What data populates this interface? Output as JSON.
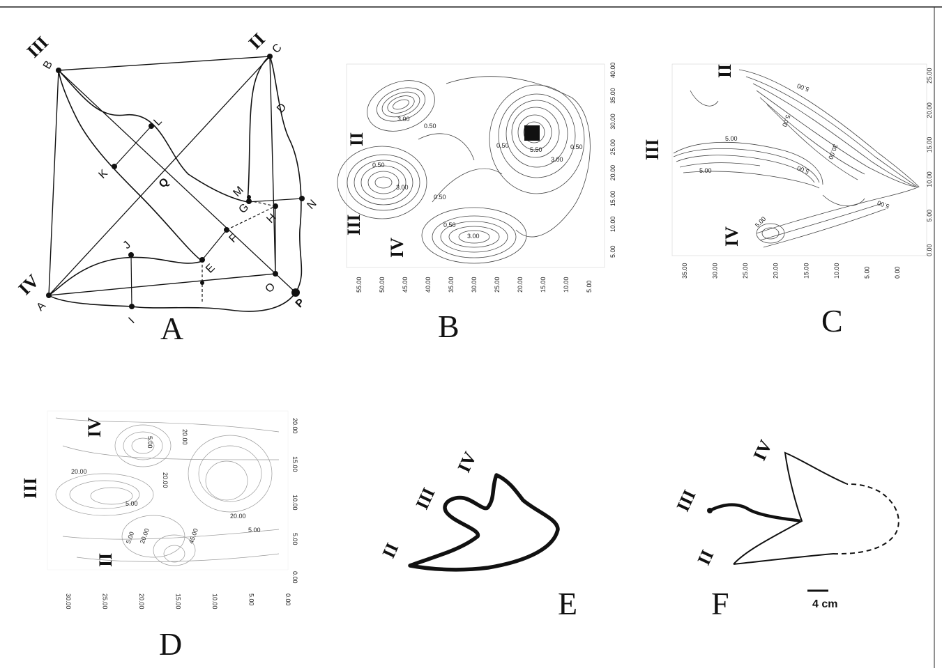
{
  "figure": {
    "panels": {
      "A": {
        "label": "A",
        "digits": {
          "ii": "II",
          "iii": "III",
          "iv": "IV"
        },
        "points": [
          "A",
          "B",
          "C",
          "D",
          "E",
          "F",
          "G",
          "H",
          "I",
          "J",
          "K",
          "L",
          "M",
          "N",
          "O",
          "P",
          "Q"
        ]
      },
      "B": {
        "label": "B",
        "digits": {
          "ii": "II",
          "iii": "III",
          "iv": "IV"
        },
        "x_ticks": [
          "55.00",
          "50.00",
          "45.00",
          "40.00",
          "35.00",
          "30.00",
          "25.00",
          "20.00",
          "15.00",
          "10.00",
          "5.00"
        ],
        "y_ticks": [
          "40.00",
          "35.00",
          "30.00",
          "25.00",
          "20.00",
          "15.00",
          "10.00",
          "5.00"
        ],
        "contour_labels": [
          "3.00",
          "0.50",
          "0.50",
          "3.00",
          "0.50",
          "0.50",
          "3.00",
          "0.50",
          "5.50",
          "3.00",
          "0.50"
        ]
      },
      "C": {
        "label": "C",
        "digits": {
          "ii": "II",
          "iii": "III",
          "iv": "IV"
        },
        "x_ticks": [
          "35.00",
          "30.00",
          "25.00",
          "20.00",
          "15.00",
          "10.00",
          "5.00",
          "0.00"
        ],
        "y_ticks": [
          "25.00",
          "20.00",
          "15.00",
          "10.00",
          "5.00",
          "0.00"
        ],
        "contour_labels": [
          "5.00",
          "5.00",
          "5.00",
          "5.00",
          "30.00",
          "5.00",
          "5.00",
          "5.00"
        ]
      },
      "D": {
        "label": "D",
        "digits": {
          "ii": "II",
          "iii": "III",
          "iv": "IV"
        },
        "x_ticks": [
          "30.00",
          "25.00",
          "20.00",
          "15.00",
          "10.00",
          "5.00",
          "0.00"
        ],
        "y_ticks": [
          "20.00",
          "15.00",
          "10.00",
          "5.00",
          "0.00"
        ],
        "contour_labels": [
          "5.00",
          "20.00",
          "20.00",
          "20.00",
          "5.00",
          "20.00",
          "5.00",
          "20.00",
          "45.00",
          "5.00"
        ]
      },
      "E": {
        "label": "E",
        "digits": {
          "ii": "II",
          "iii": "III",
          "iv": "IV"
        }
      },
      "F": {
        "label": "F",
        "digits": {
          "ii": "II",
          "iii": "III",
          "iv": "IV"
        },
        "scale_bar": "4  cm"
      }
    }
  }
}
